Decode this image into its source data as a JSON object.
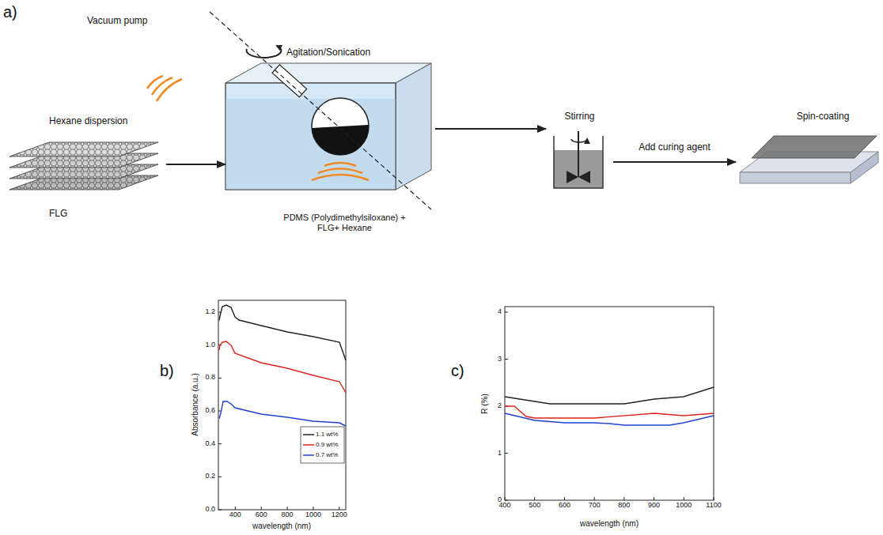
{
  "diagram": {
    "nodes": [
      {
        "text": [
          "Hexane dispersion",
          "FLG"
        ]
      },
      {
        "text": [
          "PDMS (Polydimethylsiloxane) + FLG+ Hexane"
        ]
      },
      {
        "text": [
          "Stirring"
        ]
      },
      {
        "text": [
          "Spin-coating"
        ]
      }
    ],
    "edges": [
      {
        "from": 0,
        "to": 1,
        "arrow": "to"
      },
      {
        "from": 1,
        "to": 2,
        "arrow": "to"
      },
      {
        "from": 2,
        "to": 3,
        "label": "Add curing agent",
        "arrow": "to"
      }
    ],
    "labels": [
      "a)",
      "Vacuum pump",
      "Agitation/Sonication",
      "b)",
      "c)",
      "0.0",
      "0.2",
      "0.4",
      "0.6",
      "0.8",
      "1.0",
      "1.2",
      "400",
      "600",
      "800",
      "1000",
      "1200",
      "Absorbance (a.u.)",
      "wavelength (nm)",
      "0",
      "1",
      "2",
      "3",
      "4",
      "400",
      "500",
      "600",
      "700",
      "800",
      "900",
      "1000",
      "1100",
      "R (%)",
      "wavelength (nm)"
    ],
    "legend": [
      {
        "text": "1.1 wt%"
      },
      {
        "text": "0.9 wt%"
      },
      {
        "text": "0.7 wt%"
      }
    ]
  }
}
